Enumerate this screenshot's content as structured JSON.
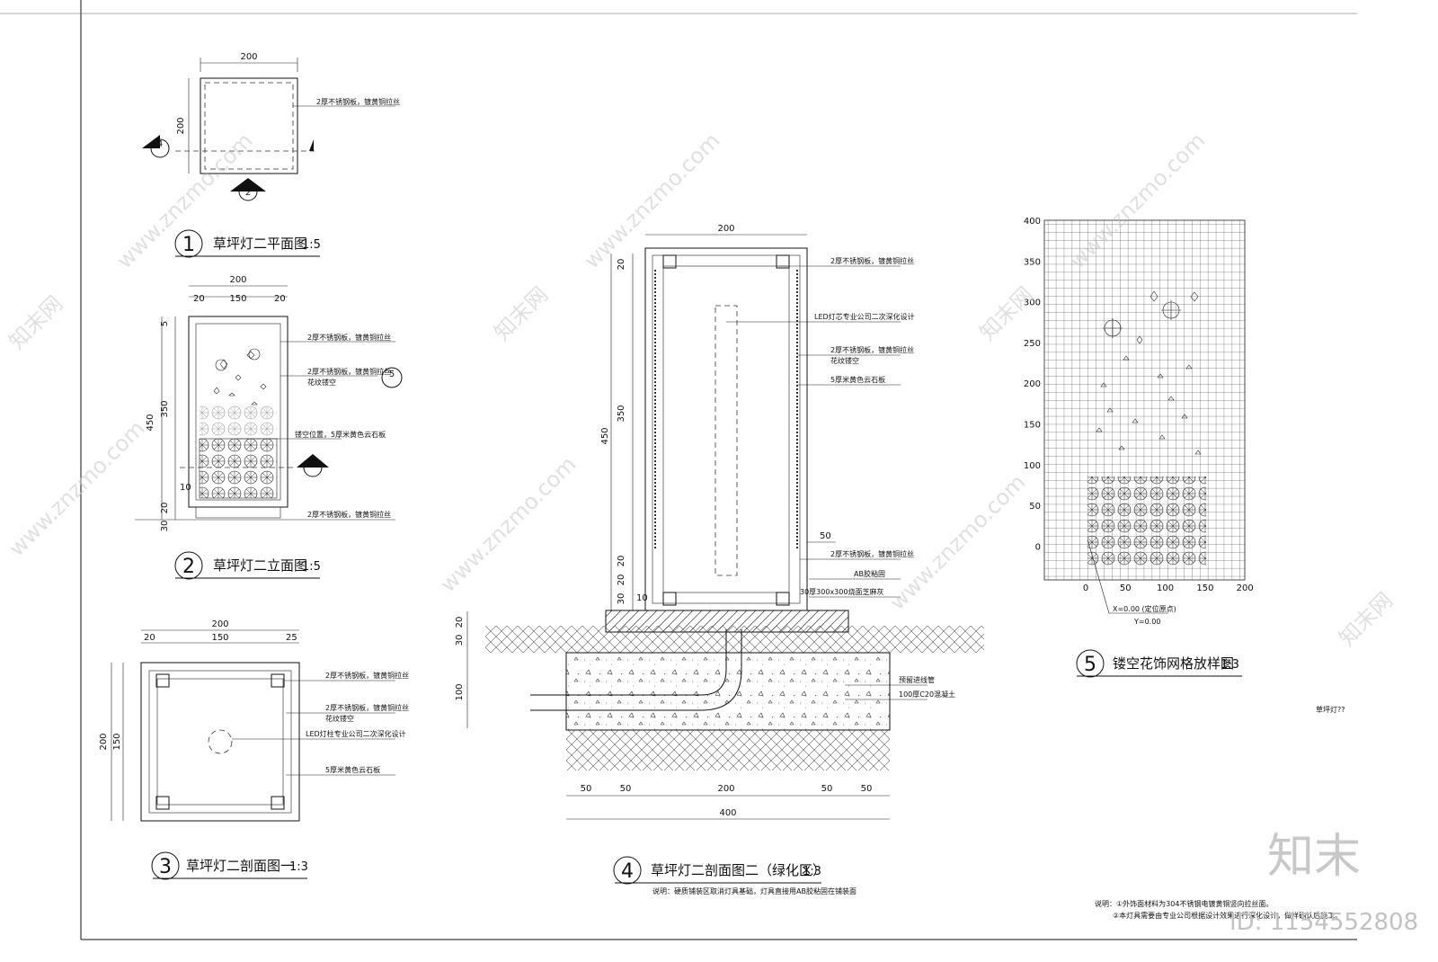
{
  "views": {
    "v1": {
      "num": "1",
      "title": "草坪灯二平面图",
      "scale": "1:5"
    },
    "v2": {
      "num": "2",
      "title": "草坪灯二立面图",
      "scale": "1:5"
    },
    "v3": {
      "num": "3",
      "title": "草坪灯二剖面图一",
      "scale": "1:3"
    },
    "v4": {
      "num": "4",
      "title": "草坪灯二剖面图二（绿化区）",
      "scale": "1:3"
    },
    "v5": {
      "num": "5",
      "title": "镂空花饰网格放样图",
      "scale": "1:3"
    }
  },
  "labels": {
    "ss_plate": "2厚不锈钢板，镀黄铜拉丝",
    "ss_plate_hollow": "2厚不锈钢板，镀黄铜拉丝",
    "flower_hollow": "花纹镂空",
    "hollow_pos": "镂空位置，5厚米黄色云石板",
    "led": "LED灯芯专业公司二次深化设计",
    "led_v3": "LED灯柱专业公司二次深化设计",
    "marble": "5厚米黄色云石板",
    "ab_glue": "AB胶粘固",
    "tile": "30厚300x300烧面芝麻灰",
    "conduit": "预留进线管",
    "concrete": "100厚C20混凝土",
    "note4": "说明：硬质铺装区取消灯具基础，灯具直接用AB胶粘固在铺装面",
    "note_r1": "说明：①外饰面材料为304不锈钢电镀黄铜竖向拉丝面。",
    "note_r2": "②本灯具需要由专业公司根据设计效果进行深化设计，做样确认后施工。",
    "corner": "草坪灯??"
  },
  "section_marks": {
    "s2": "2",
    "s3": "3",
    "s4": "4",
    "s5": "5",
    "dash": "—"
  },
  "dims": {
    "d200": "200",
    "d150": "150",
    "d20": "20",
    "d5": "5",
    "d25": "25",
    "d450": "450",
    "d350": "350",
    "d10": "10",
    "d30": "30",
    "d50": "50",
    "d400": "400",
    "d100": "100"
  },
  "grid": {
    "y_ticks": [
      "400",
      "350",
      "300",
      "250",
      "200",
      "150",
      "100",
      "50",
      "0"
    ],
    "x_ticks": [
      "0",
      "50",
      "100",
      "150",
      "200"
    ],
    "origin_x": "X=0.00 (定位原点)",
    "origin_y": "Y=0.00"
  },
  "watermark": {
    "site": "www.znzmo.com",
    "brand": "知末网",
    "logo": "知末",
    "id": "ID: 1154552808"
  }
}
